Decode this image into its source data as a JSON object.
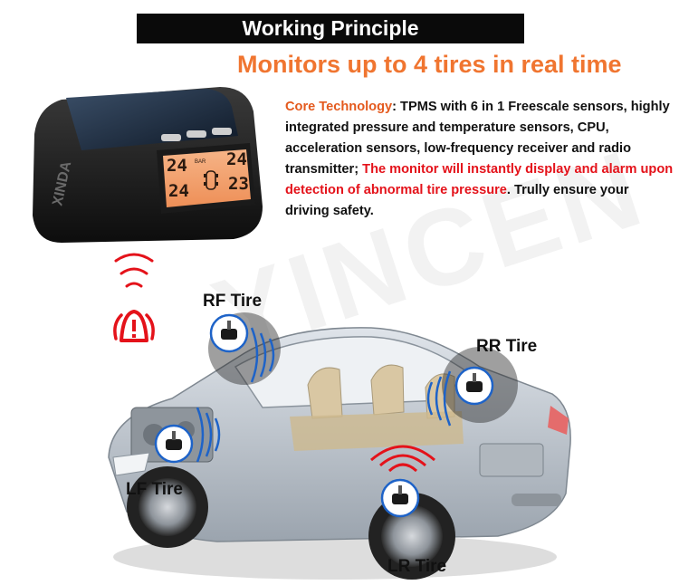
{
  "header": {
    "title": "Working Principle",
    "headline": "Monitors up to 4 tires in real time"
  },
  "description": {
    "label": "Core Technology",
    "part1": ": TPMS with 6 in 1 Freescale sensors, highly integrated pressure and temperature sensors, CPU, acceleration sensors, low-frequency receiver and radio transmitter; ",
    "highlight": "The monitor will instantly display and alarm upon detection of abnormal tire pressure",
    "part2": ". Trully ensure your driving safety."
  },
  "monitor_display": {
    "left_top": "24",
    "left_bottom": "24",
    "right_top": "24",
    "right_bottom": "23",
    "unit": "BAR"
  },
  "watermark": "YINCEN",
  "tires": {
    "rf": "RF Tire",
    "rr": "RR Tire",
    "lf": "LF Tire",
    "lr": "LR Tire"
  },
  "colors": {
    "accent_orange": "#f07530",
    "alert_red": "#e4121a",
    "signal_blue": "#1e63c8",
    "screen_orange": "#f5a270"
  },
  "icons": [
    "alarm-triangle-icon",
    "sensor-icon",
    "signal-wave-icon"
  ]
}
